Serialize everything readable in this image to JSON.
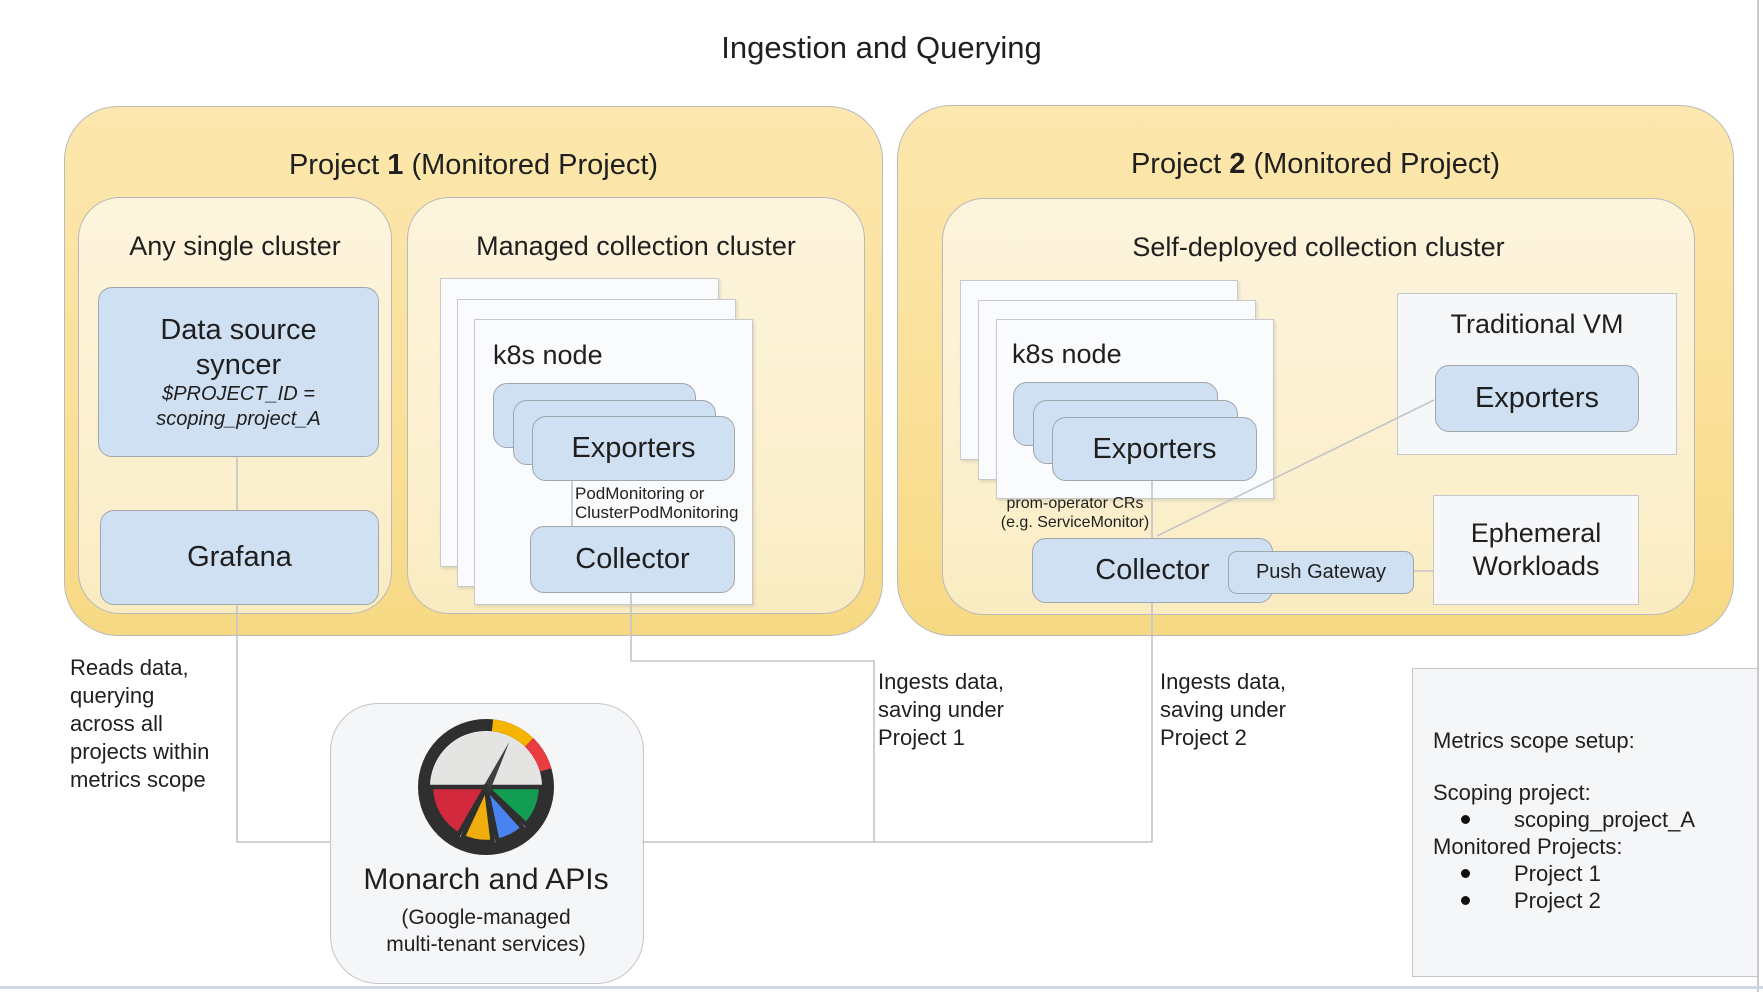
{
  "title": "Ingestion and Querying",
  "project1": {
    "title_prefix": "Project ",
    "title_number": "1",
    "title_suffix": " (Monitored Project)",
    "any_single_cluster": {
      "title": "Any single cluster",
      "data_source_syncer": {
        "line1": "Data source",
        "line2": "syncer",
        "note_line1": "$PROJECT_ID =",
        "note_line2": "scoping_project_A"
      },
      "grafana_label": "Grafana"
    },
    "managed_cluster": {
      "title": "Managed collection cluster",
      "k8s_node_label": "k8s node",
      "exporters_label": "Exporters",
      "monitoring_note_line1": "PodMonitoring or",
      "monitoring_note_line2": "ClusterPodMonitoring",
      "collector_label": "Collector"
    }
  },
  "project2": {
    "title_prefix": "Project ",
    "title_number": "2",
    "title_suffix": " (Monitored Project)",
    "self_deployed_cluster": {
      "title": "Self-deployed collection cluster",
      "k8s_node_label": "k8s node",
      "exporters_label": "Exporters",
      "monitoring_note_line1": "prom-operator CRs",
      "monitoring_note_line2": "(e.g. ServiceMonitor)",
      "collector_label": "Collector",
      "push_gateway_label": "Push Gateway",
      "traditional_vm": {
        "title": "Traditional VM",
        "exporters_label": "Exporters"
      },
      "ephemeral_workloads": {
        "line1": "Ephemeral",
        "line2": "Workloads"
      }
    }
  },
  "monarch": {
    "title": "Monarch and APIs",
    "subtitle_line1": "(Google-managed",
    "subtitle_line2": "multi-tenant services)"
  },
  "annotations": {
    "reads": {
      "lines": [
        "Reads data,",
        "querying",
        "across all",
        "projects within",
        "metrics scope"
      ]
    },
    "ingests_p1": {
      "lines": [
        "Ingests data,",
        "saving under",
        "Project 1"
      ]
    },
    "ingests_p2": {
      "lines": [
        "Ingests data,",
        "saving under",
        "Project 2"
      ]
    }
  },
  "metrics_scope_panel": {
    "title": "Metrics scope setup:",
    "scoping_heading": "Scoping project:",
    "scoping_items": [
      "scoping_project_A"
    ],
    "monitored_heading": "Monitored Projects:",
    "monitored_items": [
      "Project 1",
      "Project 2"
    ]
  },
  "colors": {
    "project_fill": "#FAE29D",
    "cluster_fill": "#FCF1D2",
    "component_fill": "#CFE0F3",
    "page_fill": "#FAFBFD",
    "panel_fill": "#F6F7F9",
    "connector_line": "#C2C5C8",
    "text": "#1F1F1F",
    "gauge_ring": "#2F2F2F",
    "gauge_face": "#E4E4E3",
    "gauge_red": "#D2293D",
    "gauge_gold": "#F0AD0E",
    "gauge_blue": "#4983F0",
    "gauge_green": "#139D52",
    "gauge_arc_gold": "#F4B400",
    "gauge_arc_red": "#EA3D41"
  }
}
